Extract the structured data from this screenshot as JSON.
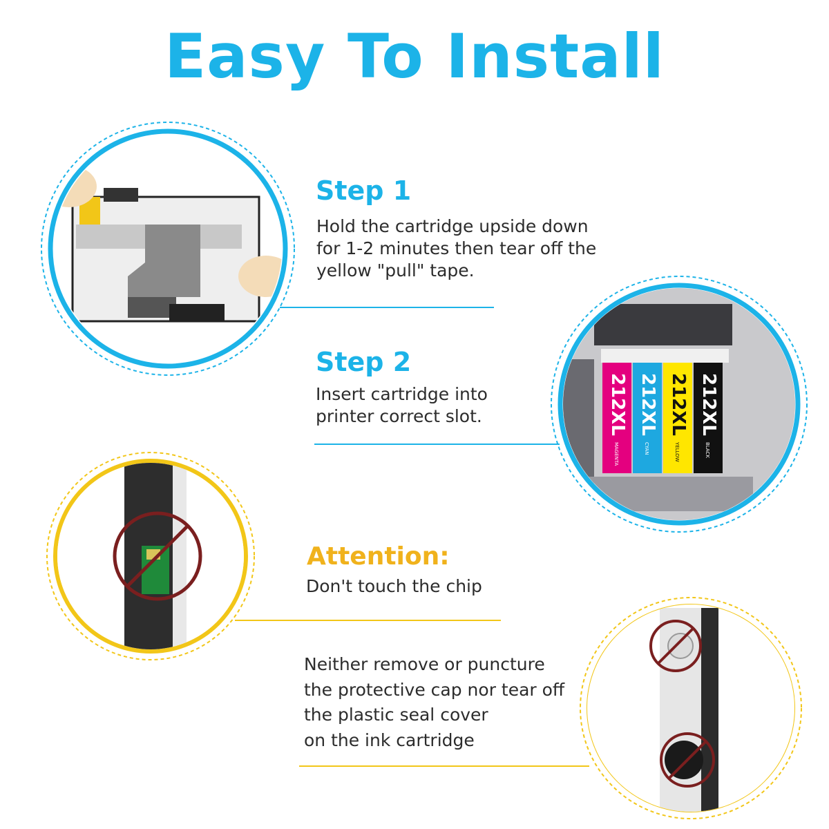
{
  "title": "Easy To Install",
  "colors": {
    "blue": "#1cb3e8",
    "gold": "#f2c618",
    "heading_gold": "#f0b21c",
    "magenta": "#e4007f",
    "cyan": "#1ea8e0",
    "yellow": "#ffe600",
    "black": "#111111",
    "prohibit_red": "#7a1f1f"
  },
  "step1": {
    "heading": "Step 1",
    "lines": [
      "Hold the cartridge upside down",
      "for 1-2 minutes then tear off the",
      "yellow \"pull\" tape."
    ]
  },
  "step2": {
    "heading": "Step 2",
    "lines": [
      "Insert cartridge into",
      "printer correct slot."
    ]
  },
  "attention": {
    "heading": "Attention:",
    "lines": [
      "Don't touch the chip"
    ]
  },
  "note": {
    "lines": [
      "Neither remove or puncture",
      "the protective cap nor tear off",
      "the plastic seal cover",
      "on the ink cartridge"
    ]
  },
  "cartridges": [
    {
      "label": "212XL",
      "color_name": "MAGENTA"
    },
    {
      "label": "212XL",
      "color_name": "CYAN"
    },
    {
      "label": "212XL",
      "color_name": "YELLOW"
    },
    {
      "label": "212XL",
      "color_name": "BLACK"
    }
  ]
}
